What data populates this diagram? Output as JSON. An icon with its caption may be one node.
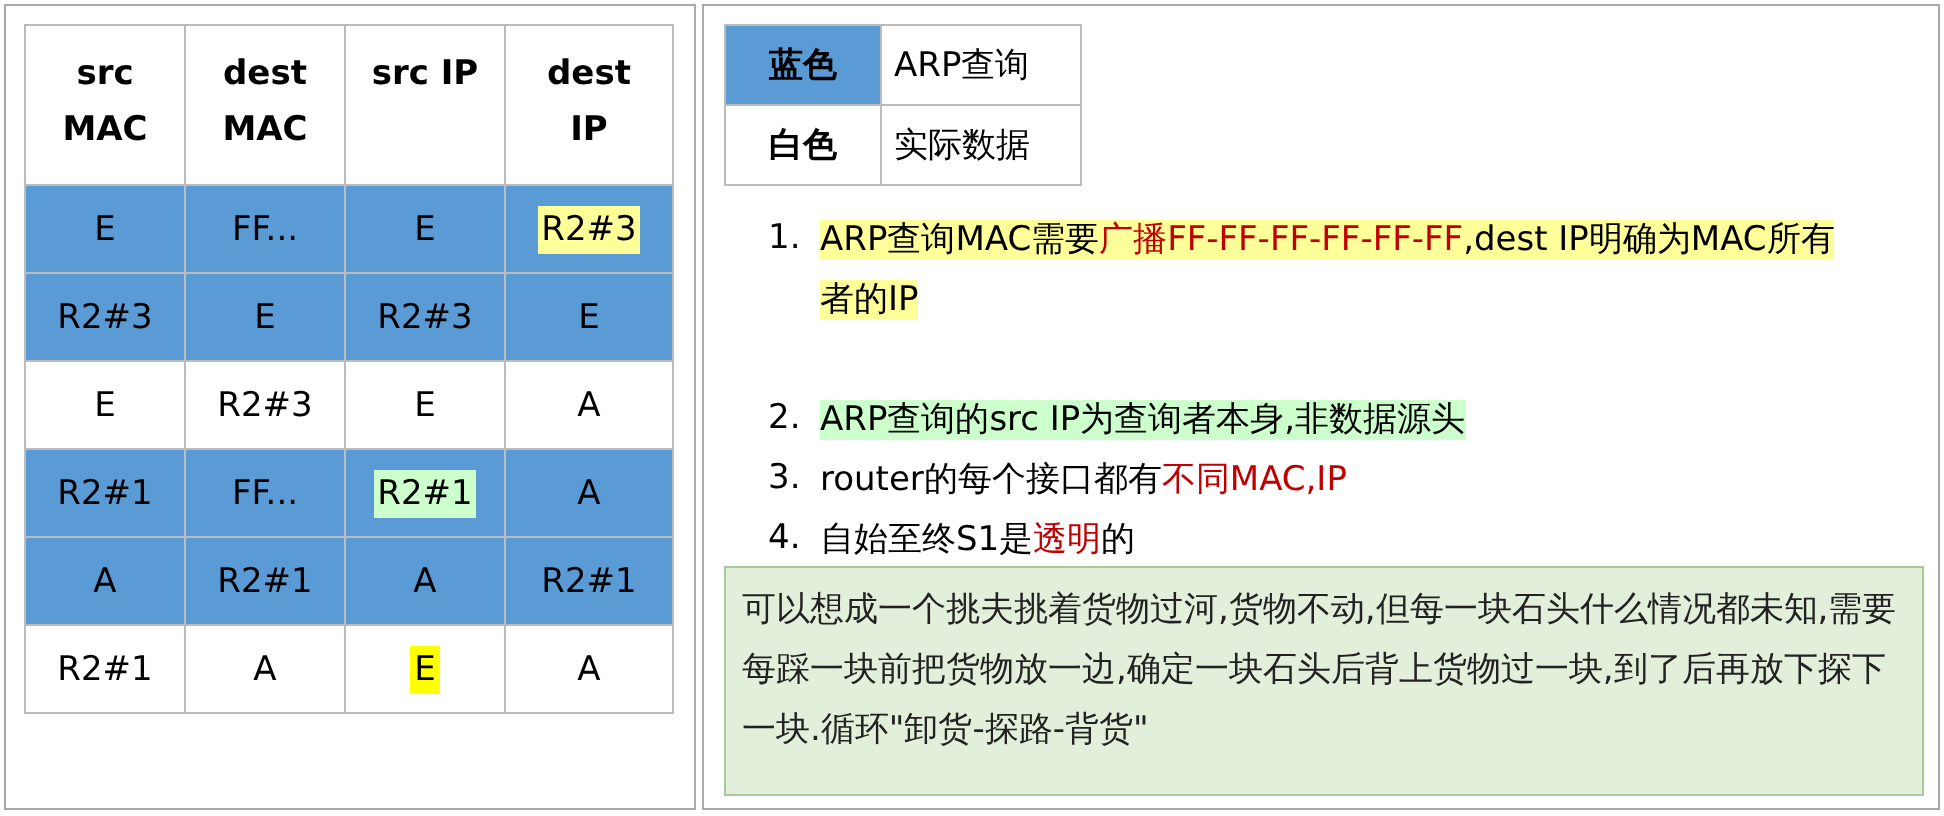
{
  "diagram": {
    "nodes": [
      {
        "text": [
          "可以想成一个挑夫挑着货物过河,货物不动,但每一块石头什么情况都未知,需要每踩一块前把货物放一边,确定一块石头后背上货物过一块,到了后再放下探下一块.循环\"卸货-探路-背货\""
        ]
      }
    ],
    "edges": [],
    "labels": [
      "src MAC",
      "dest MAC",
      "src IP",
      "dest IP",
      "E",
      "FF...",
      "E",
      "R2#3",
      "R2#3",
      "E",
      "R2#3",
      "E",
      "E",
      "R2#3",
      "E",
      "A",
      "R2#1",
      "FF...",
      "R2#1",
      "A",
      "A",
      "R2#1",
      "A",
      "R2#1",
      "R2#1",
      "A",
      "E",
      "A",
      "蓝色",
      "白色",
      "1.",
      "ARP查询MAC需要**广播FF-FF-FF-FF-FF-FF**,dest IP明确为MAC所有者的IP",
      "2.",
      "ARP查询的src IP为查询者本身,非数据源头",
      "3.",
      "router的每个接口都有**不同MAC,IP**",
      "4.",
      "自始至终S1是**透明**的"
    ],
    "legend": [
      {
        "text": "ARP查询",
        "color": "#5b9bd5"
      },
      {
        "text": "实际数据",
        "color": "#ffffff"
      }
    ]
  }
}
